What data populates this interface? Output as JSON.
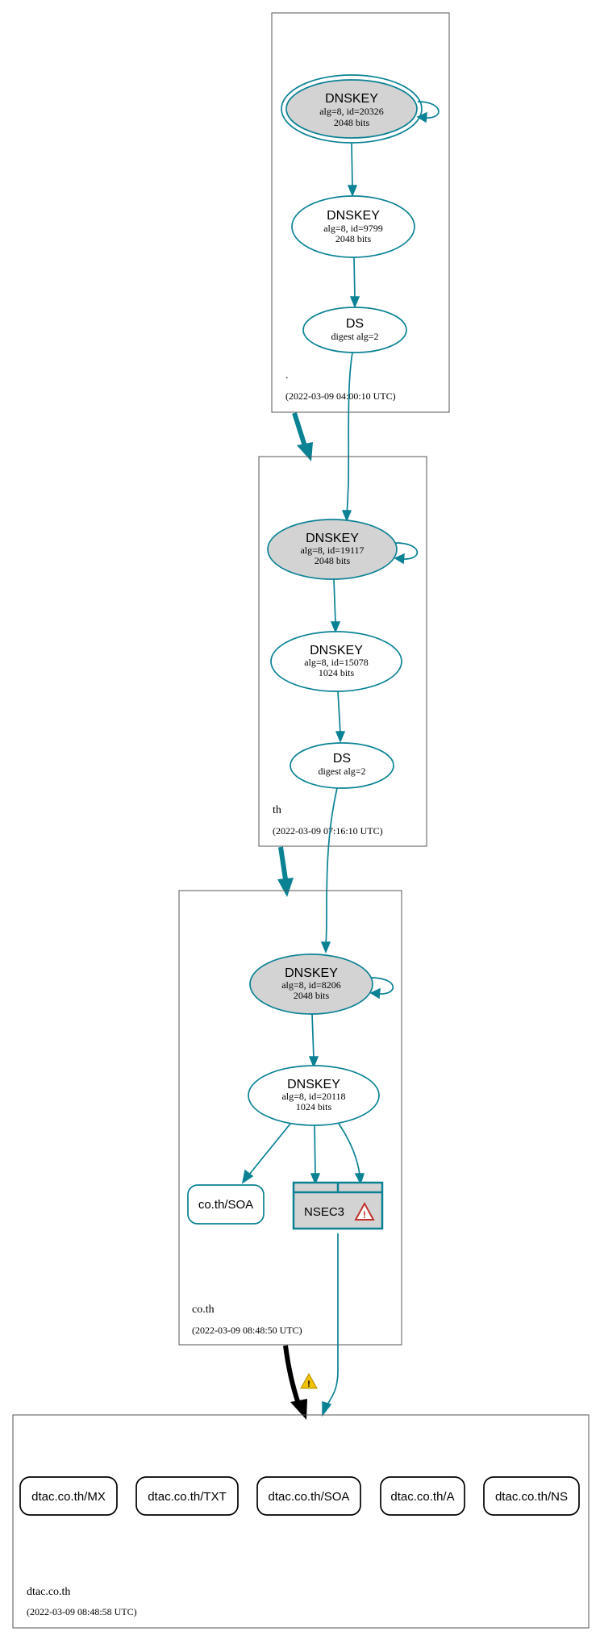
{
  "colors": {
    "accent": "#0a8294",
    "ksk_fill": "#d3d3d3",
    "zone_border": "#555555",
    "warning": "#f2c200",
    "error": "#c0332b"
  },
  "zones": {
    "root": {
      "name": ".",
      "timestamp": "(2022-03-09 04:00:10 UTC)",
      "ksk": {
        "title": "DNSKEY",
        "sub": "alg=8, id=20326",
        "bits": "2048 bits"
      },
      "zsk": {
        "title": "DNSKEY",
        "sub": "alg=8, id=9799",
        "bits": "2048 bits"
      },
      "ds": {
        "title": "DS",
        "sub": "digest alg=2"
      }
    },
    "th": {
      "name": "th",
      "timestamp": "(2022-03-09 07:16:10 UTC)",
      "ksk": {
        "title": "DNSKEY",
        "sub": "alg=8, id=19117",
        "bits": "2048 bits"
      },
      "zsk": {
        "title": "DNSKEY",
        "sub": "alg=8, id=15078",
        "bits": "1024 bits"
      },
      "ds": {
        "title": "DS",
        "sub": "digest alg=2"
      }
    },
    "coth": {
      "name": "co.th",
      "timestamp": "(2022-03-09 08:48:50 UTC)",
      "ksk": {
        "title": "DNSKEY",
        "sub": "alg=8, id=8206",
        "bits": "2048 bits"
      },
      "zsk": {
        "title": "DNSKEY",
        "sub": "alg=8, id=20118",
        "bits": "1024 bits"
      },
      "soa": "co.th/SOA",
      "nsec3": "NSEC3"
    },
    "dtac": {
      "name": "dtac.co.th",
      "timestamp": "(2022-03-09 08:48:58 UTC)",
      "records": [
        "dtac.co.th/MX",
        "dtac.co.th/TXT",
        "dtac.co.th/SOA",
        "dtac.co.th/A",
        "dtac.co.th/NS"
      ]
    }
  }
}
